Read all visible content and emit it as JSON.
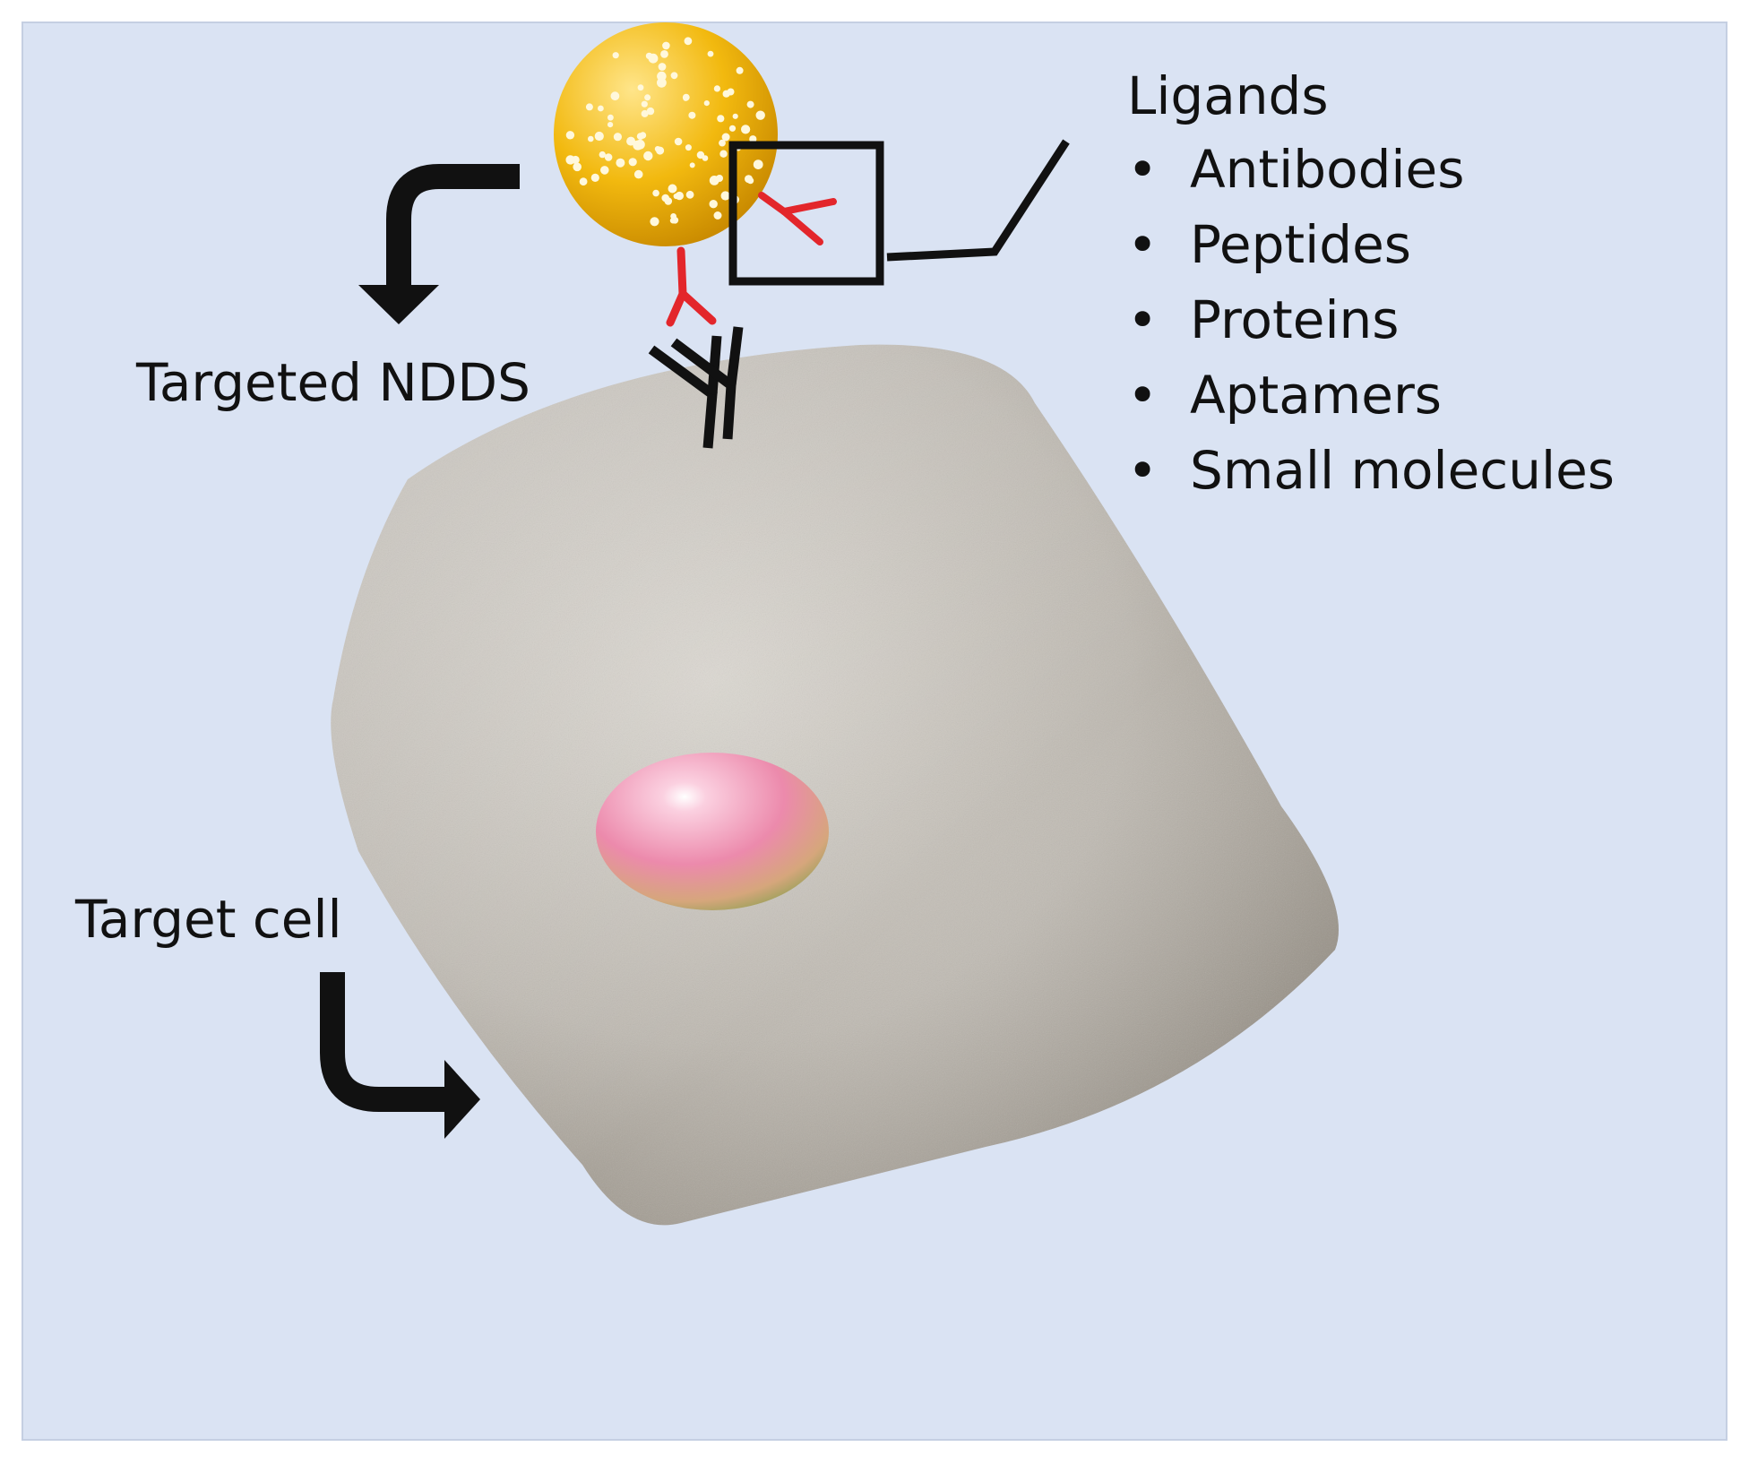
{
  "labels": {
    "ligands_title": "Ligands",
    "targeted_ndds": "Targeted NDDS",
    "target_cell": "Target cell"
  },
  "ligands": [
    "Antibodies",
    "Peptides",
    "Proteins",
    "Aptamers",
    "Small molecules"
  ],
  "colors": {
    "background": "#dae3f3",
    "nanoparticle": "#f2b90f",
    "ligand": "#e3262b",
    "receptor": "#111111",
    "cell": "#bdb7ae",
    "nucleus": "#f08aa8"
  }
}
